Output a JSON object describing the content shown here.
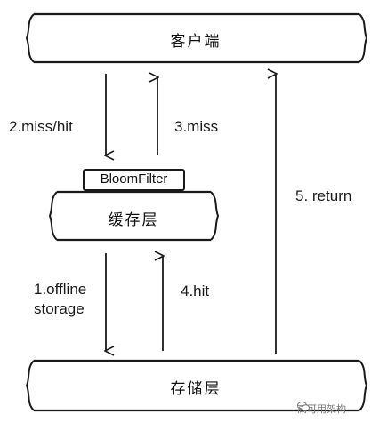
{
  "nodes": {
    "client": "客户端",
    "cache": "缓存层",
    "storage": "存储层",
    "bloom_filter": "BloomFilter"
  },
  "edges": {
    "miss_hit": "2.miss/hit",
    "miss": "3.miss",
    "offline_storage_line1": "1.offline",
    "offline_storage_line2": "storage",
    "hit": "4.hit",
    "return": "5. return"
  },
  "watermark": {
    "text": "高可用架构",
    "icon": "wechat-icon"
  },
  "colors": {
    "stroke": "#1a1a1a",
    "background": "#ffffff",
    "watermark": "#777777"
  }
}
